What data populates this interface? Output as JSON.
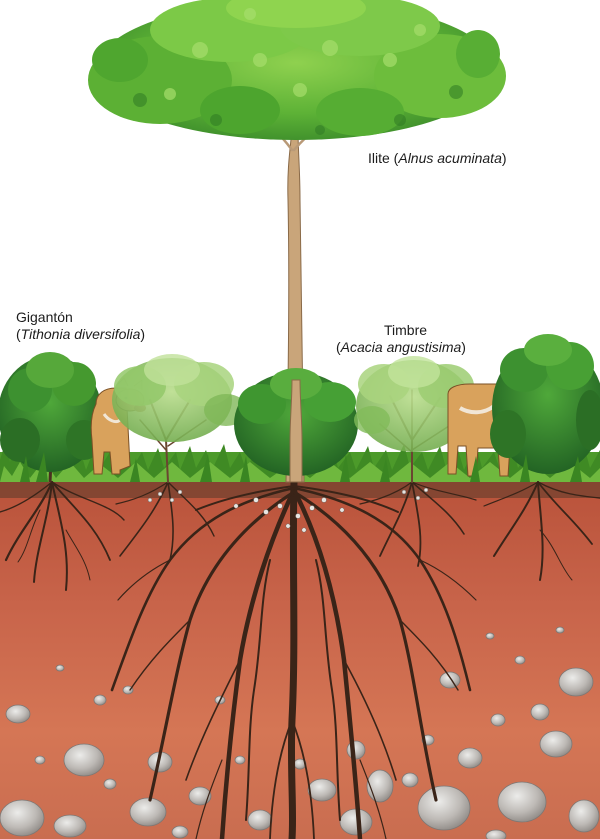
{
  "labels": {
    "ilite": {
      "common": "Ilite",
      "scientific": "Alnus acuminata"
    },
    "giganton": {
      "common": "Gigantón",
      "scientific": "Tithonia diversifolia"
    },
    "timbre": {
      "common": "Timbre",
      "scientific": "Acacia angustisima"
    }
  },
  "colors": {
    "sky": "#ffffff",
    "foliage_light": "#6fbf3a",
    "foliage_dark": "#2e7d2a",
    "grass": "#4c9a2a",
    "soil_top": "#c0593e",
    "soil_deep": "#d77a55",
    "root": "#3a2418",
    "trunk": "#c9a57a",
    "stone": "#b9b6b2",
    "cow": "#d9a25c"
  }
}
